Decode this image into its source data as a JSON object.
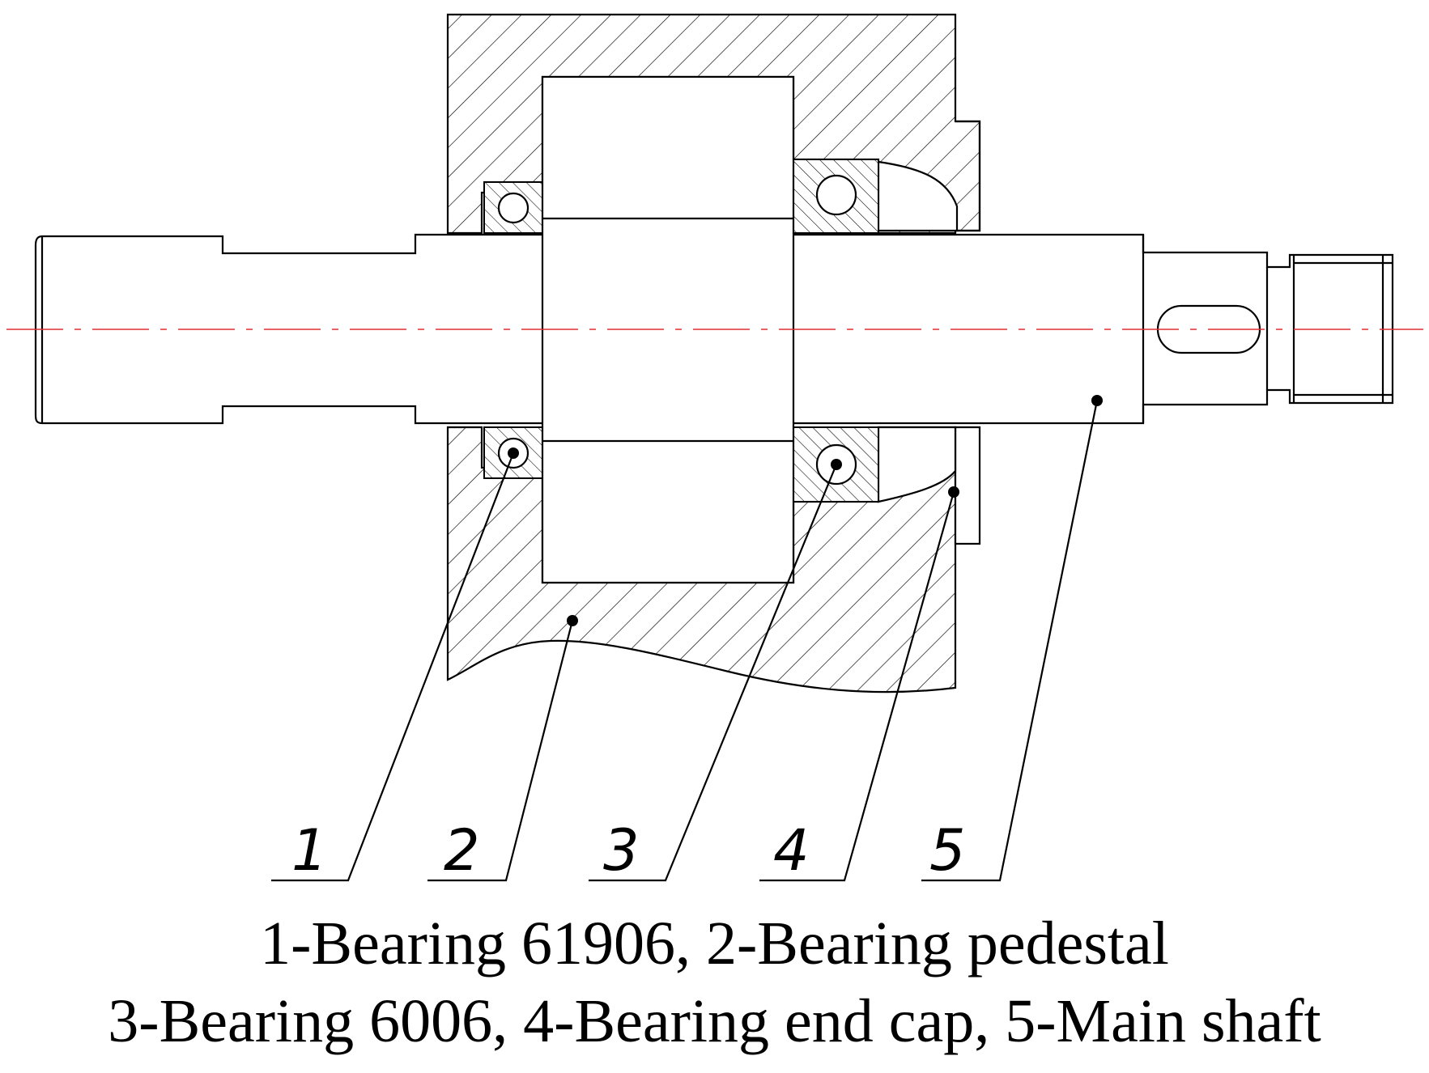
{
  "labels": {
    "part1": "1",
    "part2": "2",
    "part3": "3",
    "part4": "4",
    "part5": "5"
  },
  "caption": {
    "line1": "1-Bearing 61906, 2-Bearing pedestal",
    "line2": "3-Bearing 6006, 4-Bearing end cap, 5-Main shaft"
  },
  "colors": {
    "centerline": "#e03030",
    "lines": "#000000"
  }
}
